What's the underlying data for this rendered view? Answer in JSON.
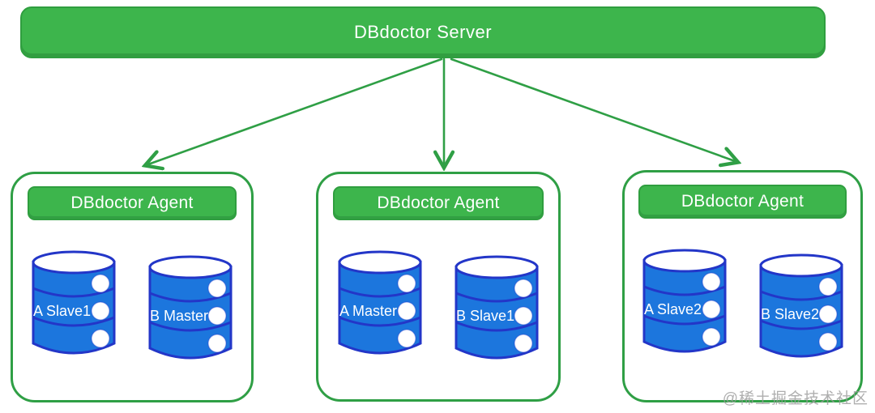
{
  "server": {
    "label": "DBdoctor Server"
  },
  "agents": [
    {
      "title": "DBdoctor Agent",
      "databases": [
        {
          "label": "A Slave1"
        },
        {
          "label": "B Master"
        }
      ]
    },
    {
      "title": "DBdoctor Agent",
      "databases": [
        {
          "label": "A Master"
        },
        {
          "label": "B Slave1"
        }
      ]
    },
    {
      "title": "DBdoctor Agent",
      "databases": [
        {
          "label": "A Slave2"
        },
        {
          "label": "B Slave2"
        }
      ]
    }
  ],
  "watermark": {
    "text": "@稀土掘金技术社区"
  },
  "colors": {
    "green": "#3db54c",
    "green_dark": "#2f9e3f",
    "stroke_green": "#2f9f45",
    "blue": "#1c76dd",
    "blue_outline": "#2336c8",
    "watermark_gray": "#9c9c9c"
  }
}
